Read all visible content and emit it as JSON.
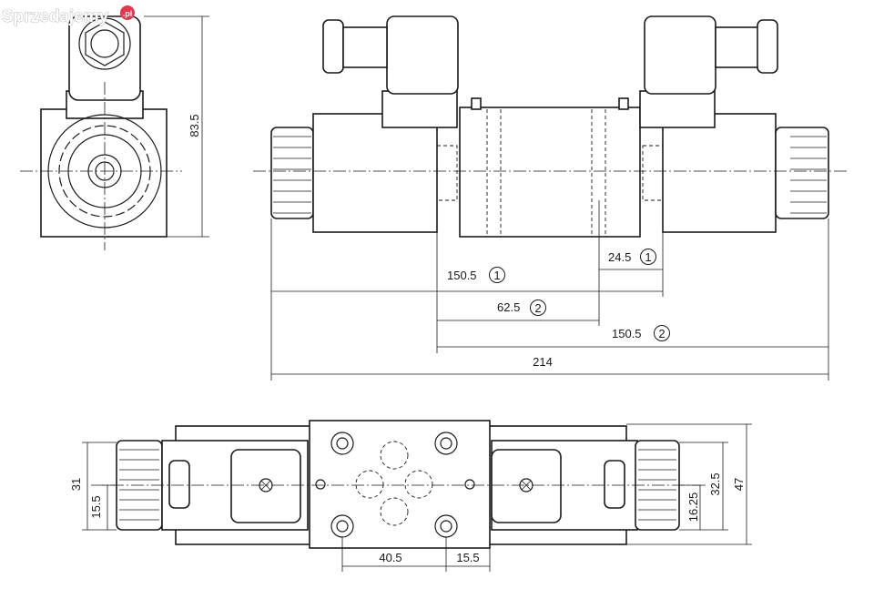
{
  "dimensions": {
    "height_side": "83.5",
    "d_24_5": "24.5",
    "d_150_5_a": "150.5",
    "d_62_5": "62.5",
    "d_150_5_b": "150.5",
    "d_214": "214",
    "d_31": "31",
    "d_15_5_left": "15.5",
    "d_40_5": "40.5",
    "d_15_5_bottom": "15.5",
    "d_16_25": "16.25",
    "d_32_5": "32.5",
    "d_47": "47"
  },
  "callouts": {
    "c1": "1",
    "c2": "2"
  },
  "watermark": {
    "text": "Sprzedajemy",
    "suffix": ".pl"
  }
}
